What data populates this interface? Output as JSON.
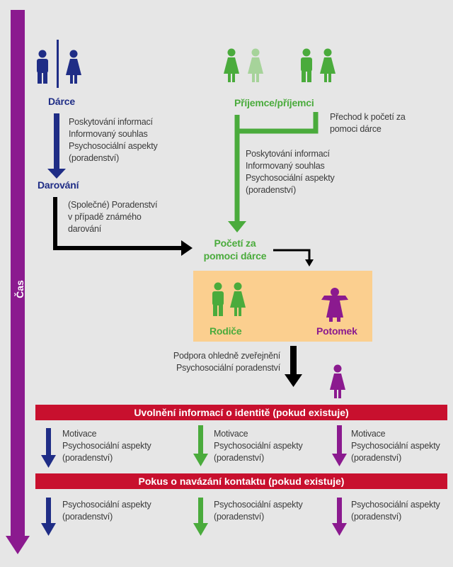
{
  "colors": {
    "donor": "#1f2d86",
    "recipient": "#4aab3c",
    "recipient_light": "#a6d39a",
    "offspring": "#8b1a8f",
    "timeline": "#8b1a8f",
    "header": "#c8102e",
    "family_box": "#fbcf8f",
    "background": "#e6e6e6",
    "text": "#3a3a3a",
    "black": "#000000"
  },
  "timeline": {
    "label": "Čas"
  },
  "donor": {
    "title": "Dárce",
    "info_lines": [
      "Poskytování informací",
      "Informovaný souhlas",
      "Psychosociální aspekty",
      "(poradenství)"
    ],
    "donation_label": "Darování",
    "counsel_lines": [
      "(Společné) Poradenství",
      "v případě známého",
      "darování"
    ]
  },
  "recipient": {
    "title": "Příjemce/příjemci",
    "transition_lines": [
      "Přechod k početí za",
      "pomoci dárce"
    ],
    "info_lines": [
      "Poskytování informací",
      "Informovaný souhlas",
      "Psychosociální aspekty",
      "(poradenství)"
    ]
  },
  "conception": {
    "lines": [
      "Početí za",
      "pomoci dárce"
    ]
  },
  "family": {
    "parents_label": "Rodiče",
    "offspring_label": "Potomek"
  },
  "disclosure": {
    "lines": [
      "Podpora ohledně zveřejnění",
      "Psychosociální poradenství"
    ]
  },
  "headers": {
    "identity_release": "Uvolnění informací o identitě (pokud existuje)",
    "contact_attempt": "Pokus o navázání kontaktu (pokud existuje)"
  },
  "stage1": {
    "col1": [
      "Motivace",
      "Psychosociální aspekty",
      "(poradenství)"
    ],
    "col2": [
      "Motivace",
      "Psychosociální aspekty",
      "(poradenství)"
    ],
    "col3": [
      "Motivace",
      "Psychosociální aspekty",
      "(poradenství)"
    ]
  },
  "stage2": {
    "col1": [
      "Psychosociální aspekty",
      "(poradenství)"
    ],
    "col2": [
      "Psychosociální aspekty",
      "(poradenství)"
    ],
    "col3": [
      "Psychosociální aspekty",
      "(poradenství)"
    ]
  }
}
